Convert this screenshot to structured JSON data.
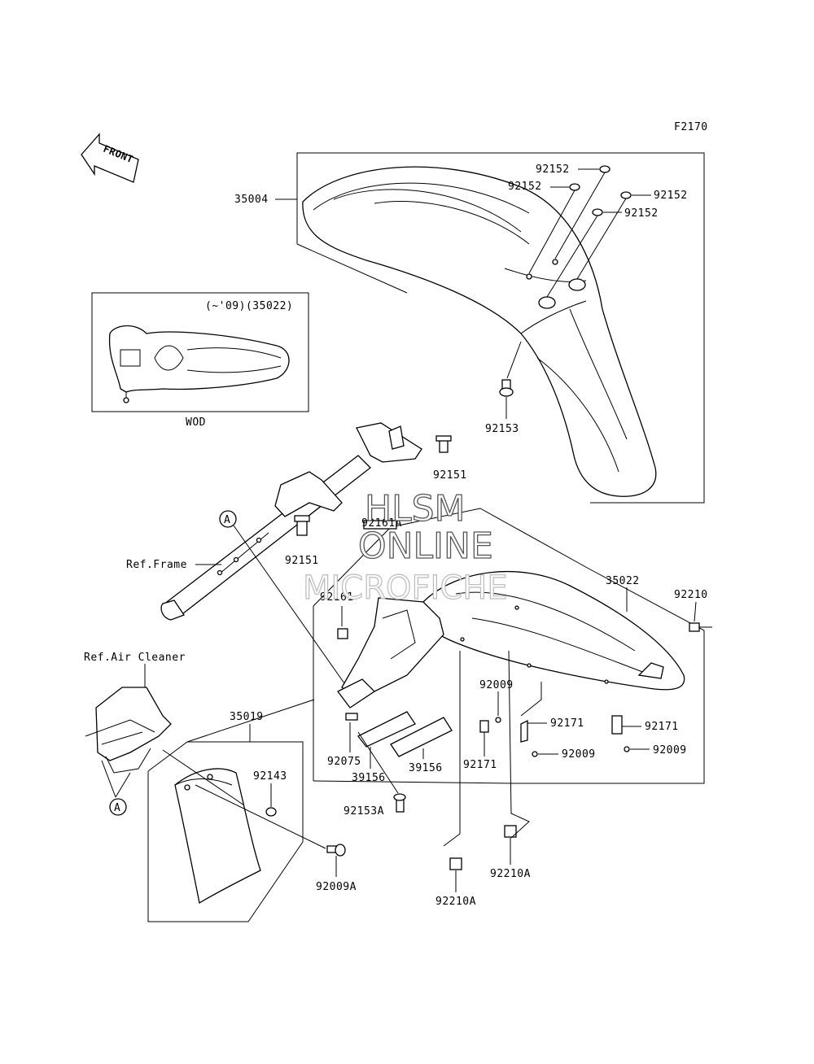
{
  "figure_code": "F2170",
  "front_label": "FRONT",
  "inset": {
    "title": "(~'09)(35022)",
    "caption": "WOD"
  },
  "watermark": {
    "line1": "HLSM",
    "line2": "ONLINE",
    "line3": "MICROFICHE"
  },
  "refs": {
    "frame": "Ref.Frame",
    "air_cleaner": "Ref.Air Cleaner",
    "marker_a": "A"
  },
  "labels": {
    "p35004": "35004",
    "p92152_a": "92152",
    "p92152_b": "92152",
    "p92152_c": "92152",
    "p92152_d": "92152",
    "p92153": "92153",
    "p92151_a": "92151",
    "p92151_b": "92151",
    "p92161a": "92161A",
    "p92161": "92161",
    "p35022": "35022",
    "p92210": "92210",
    "p92009_a": "92009",
    "p92171_a": "92171",
    "p92171_b": "92171",
    "p92171_c": "92171",
    "p92009_b": "92009",
    "p92009_c": "92009",
    "p35019": "35019",
    "p92143": "92143",
    "p92075": "92075",
    "p39156_a": "39156",
    "p39156_b": "39156",
    "p92153a": "92153A",
    "p92009a": "92009A",
    "p92210a_a": "92210A",
    "p92210a_b": "92210A"
  }
}
